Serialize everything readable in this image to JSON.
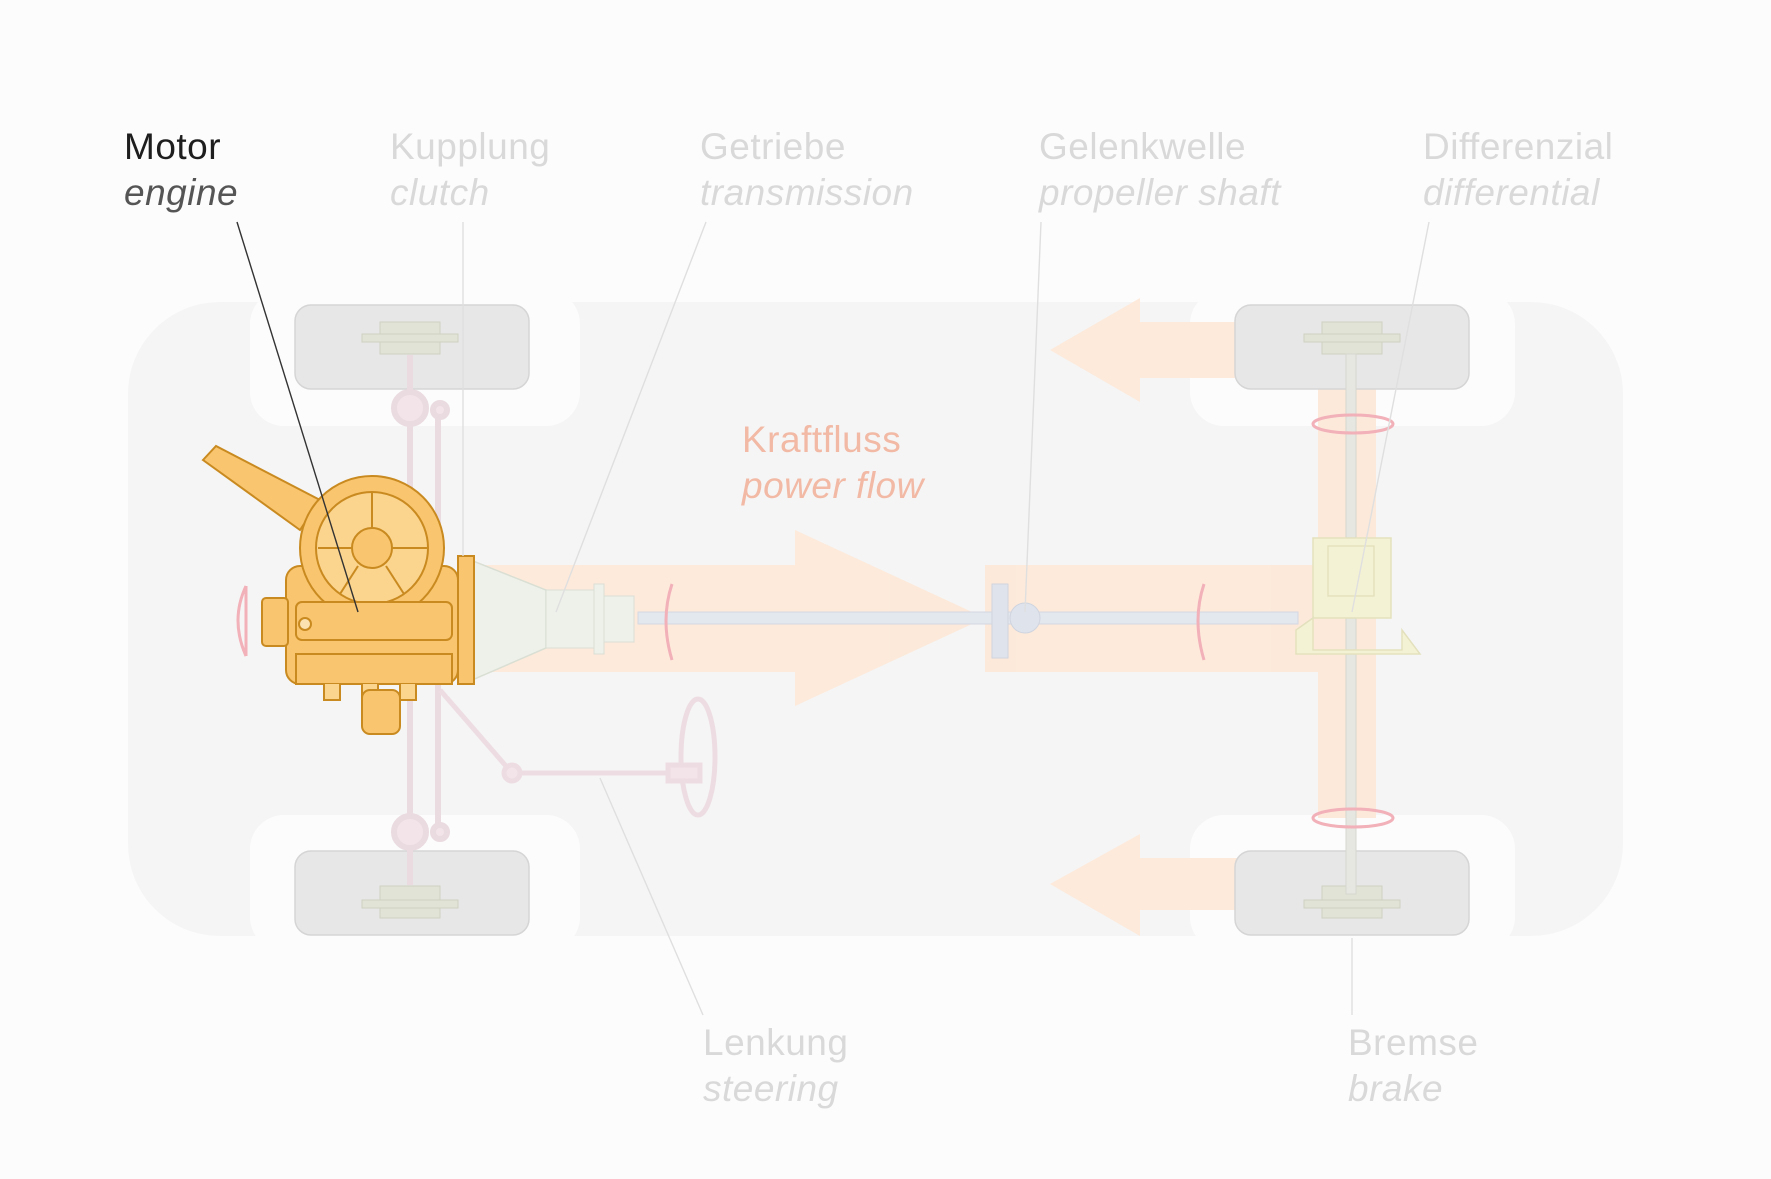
{
  "labels": {
    "engine": {
      "de": "Motor",
      "en": "engine"
    },
    "clutch": {
      "de": "Kupplung",
      "en": "clutch"
    },
    "transmission": {
      "de": "Getriebe",
      "en": "transmission"
    },
    "propeller_shaft": {
      "de": "Gelenkwelle",
      "en": "propeller shaft"
    },
    "differential": {
      "de": "Differenzial",
      "en": "differential"
    },
    "power_flow": {
      "de": "Kraftfluss",
      "en": "power flow"
    },
    "steering": {
      "de": "Lenkung",
      "en": "steering"
    },
    "brake": {
      "de": "Bremse",
      "en": "brake"
    }
  },
  "highlighted_component": "engine",
  "colors": {
    "engine_fill": "#f9c56f",
    "engine_stroke": "#c98a20",
    "active_text": "#1e1e1e",
    "faded_text": "#d9d9d9",
    "flow_text": "#f2b9a5",
    "flow_arrow": "#fde5d2",
    "rotation_marker": "#f0a0a8"
  }
}
